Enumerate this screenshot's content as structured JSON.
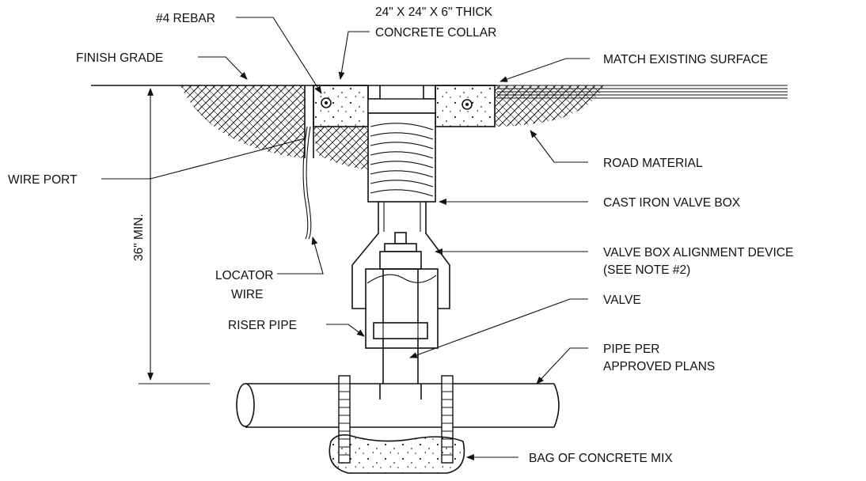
{
  "labels": {
    "rebar": "#4 REBAR",
    "collar_line1": "24\" X 24\" X 6\" THICK",
    "collar_line2": "CONCRETE COLLAR",
    "finish_grade": "FINISH GRADE",
    "match_surface": "MATCH EXISTING SURFACE",
    "road_material": "ROAD MATERIAL",
    "wire_port": "WIRE PORT",
    "valve_box": "CAST IRON VALVE BOX",
    "alignment_line1": "VALVE BOX ALIGNMENT DEVICE",
    "alignment_line2": "(SEE NOTE #2)",
    "locator_line1": "LOCATOR",
    "locator_line2": "WIRE",
    "valve": "VALVE",
    "riser_pipe": "RISER PIPE",
    "pipe_line1": "PIPE PER",
    "pipe_line2": "APPROVED PLANS",
    "concrete_bag": "BAG OF CONCRETE MIX",
    "depth": "36\" MIN."
  }
}
